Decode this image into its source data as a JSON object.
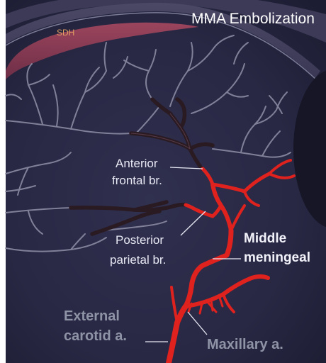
{
  "title": "MMA Embolization",
  "labels": {
    "sdh": "SDH",
    "anterior_line1": "Anterior",
    "anterior_line2": "frontal br.",
    "posterior_line1": "Posterior",
    "posterior_line2": "parietal br.",
    "middle_line1": "Middle",
    "middle_line2": "meningeal",
    "external_line1": "External",
    "external_line2": "carotid a.",
    "maxillary": "Maxillary a."
  },
  "colors": {
    "background": "#2a2a48",
    "artery": "#e0221e",
    "embolized_vessel": "#2a1a22",
    "hematoma": "#a8445a",
    "vessel_light": "#8a8aa2"
  }
}
